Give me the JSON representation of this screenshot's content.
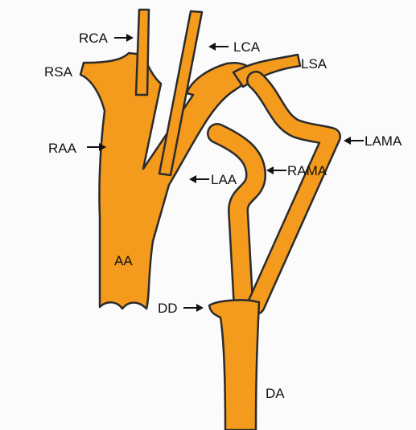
{
  "colors": {
    "vessel_fill": "#F49A1C",
    "outline": "#2B2B2B",
    "background": "#FBFBFB",
    "text": "#111111"
  },
  "labels": {
    "rca": "RCA",
    "lca": "LCA",
    "rsa": "RSA",
    "lsa": "LSA",
    "raa": "RAA",
    "laa": "LAA",
    "rama": "RAMA",
    "lama": "LAMA",
    "aa": "AA",
    "dd": "DD",
    "da": "DA"
  }
}
